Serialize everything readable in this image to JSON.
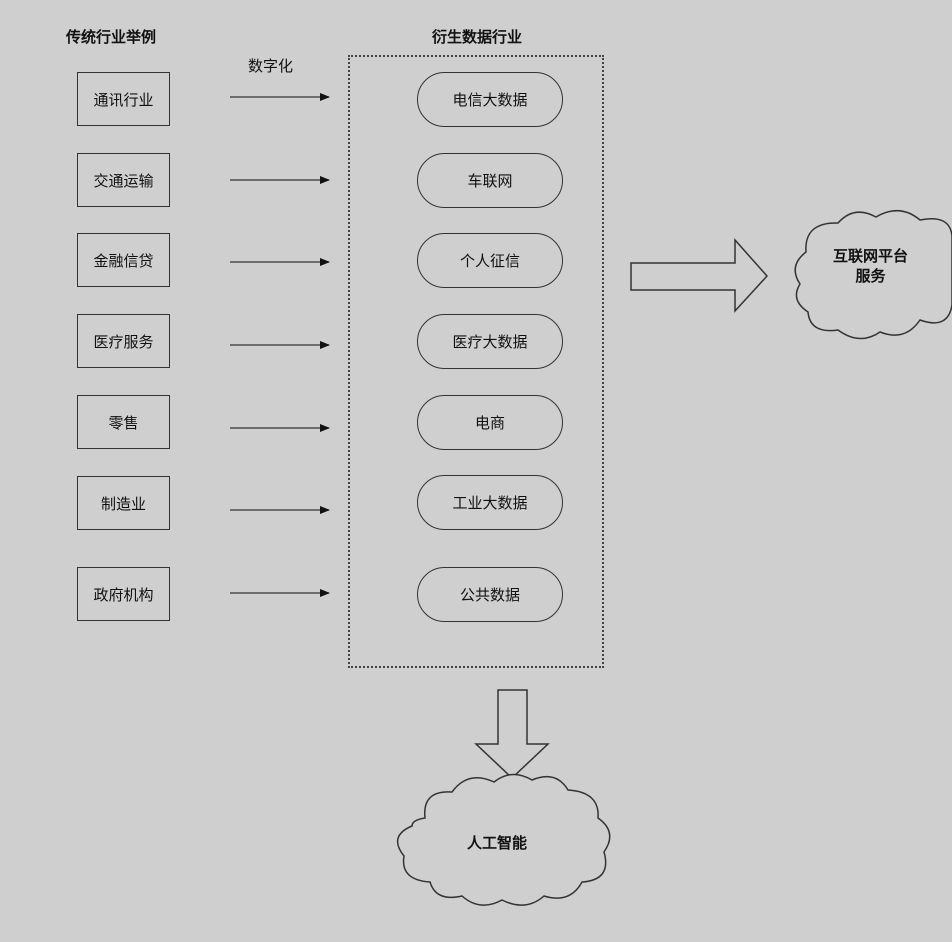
{
  "traditional": {
    "title": "传统行业举例",
    "items": [
      "通讯行业",
      "交通运输",
      "金融信贷",
      "医疗服务",
      "零售",
      "制造业",
      "政府机构"
    ]
  },
  "derived": {
    "title": "衍生数据行业",
    "items": [
      "电信大数据",
      "车联网",
      "个人征信",
      "医疗大数据",
      "电商",
      "工业大数据",
      "公共数据"
    ]
  },
  "digitize_label": "数字化",
  "internet_cloud": {
    "line1": "互联网平台",
    "line2": "服务"
  },
  "ai_cloud": {
    "label": "人工智能"
  }
}
